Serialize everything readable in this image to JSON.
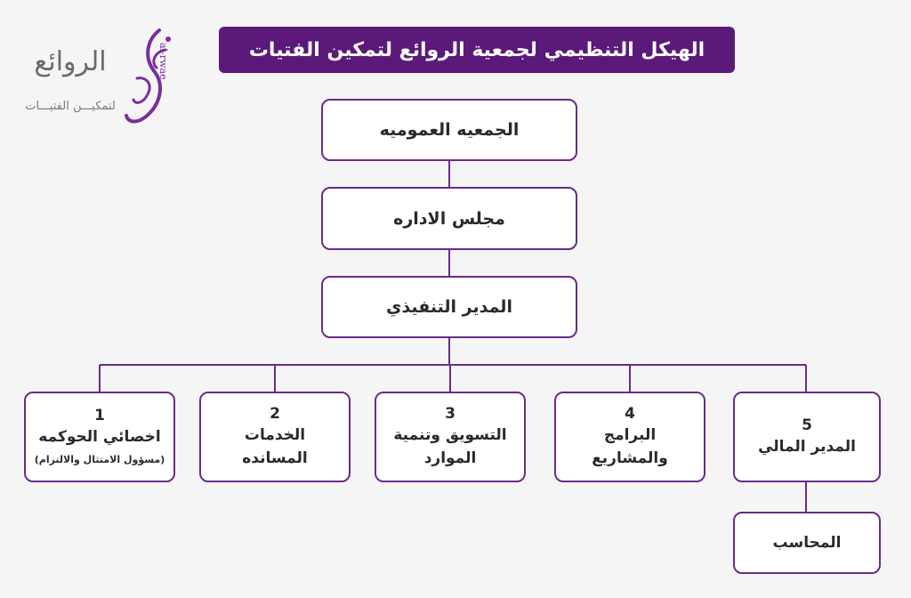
{
  "header": {
    "title": "الهيكل التنظيمي لجمعية الروائع لتمكين الفتيات"
  },
  "logo": {
    "name": "الروائع",
    "tagline": "لتمكيـــن الفتيـــات",
    "latin": "al-rwae",
    "color": "#7a2e9c"
  },
  "colors": {
    "accent": "#5b1a79",
    "border": "#6a2b88",
    "background": "#f6f5f6"
  },
  "org": {
    "general_assembly": "الجمعيه العموميه",
    "board": "مجلس الاداره",
    "executive_director": "المدير التنفيذي",
    "departments": [
      {
        "number": "1",
        "label": "اخصائي الحوكمه",
        "sub": "(مسؤول الامتثال والالتزام)"
      },
      {
        "number": "2",
        "label": "الخدمات\nالمسانده",
        "sub": ""
      },
      {
        "number": "3",
        "label": "التسويق وتنمية\nالموارد",
        "sub": ""
      },
      {
        "number": "4",
        "label": "البرامج\nوالمشاريع",
        "sub": ""
      },
      {
        "number": "5",
        "label": "المدير المالي",
        "sub": ""
      }
    ],
    "accountant": "المحاسب"
  }
}
